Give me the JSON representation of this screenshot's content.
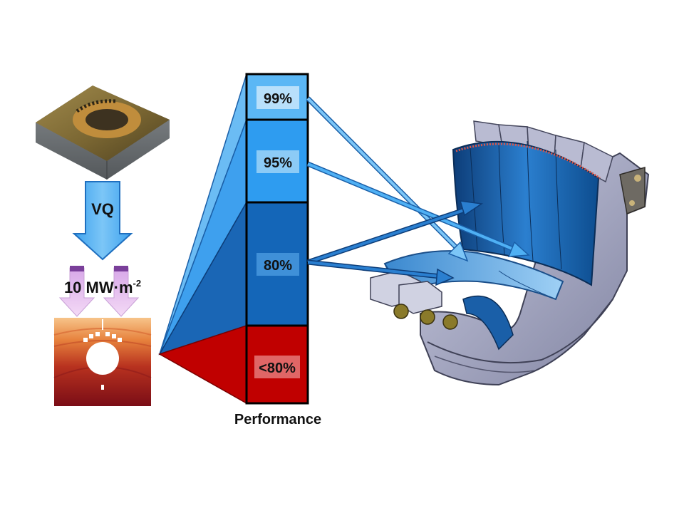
{
  "left_column": {
    "process_label": "VQ",
    "heat_flux_label_main": "10 MW·m",
    "heat_flux_label_exp": "-2"
  },
  "performance_bar": {
    "title": "Performance",
    "segments": [
      {
        "label": "99%",
        "color": "#5bb7f5"
      },
      {
        "label": "95%",
        "color": "#2e9cf0"
      },
      {
        "label": "80%",
        "color": "#1466b8"
      },
      {
        "label": "<80%",
        "color": "#c00000"
      }
    ]
  },
  "colors": {
    "arrow_blue": "#46a8f0",
    "arrow_dark": "#1a5fa8",
    "heat_arrow": "#e4b6ee",
    "temperature_field": "#8a1318"
  }
}
